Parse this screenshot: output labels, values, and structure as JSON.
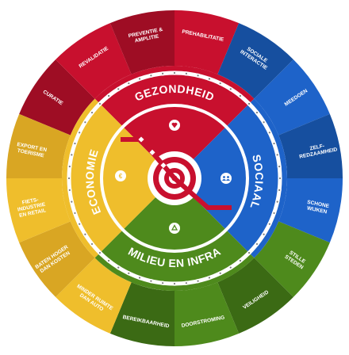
{
  "diagram": {
    "colors": {
      "red": "#c8102e",
      "red_dark": "#9e0d24",
      "blue": "#1e63c9",
      "blue_dark": "#164f9f",
      "green": "#4e8a1c",
      "green_dark": "#3b6a14",
      "yellow": "#efbe2c",
      "yellow_dark": "#d9a623",
      "white": "#ffffff"
    },
    "quadrants": [
      {
        "key": "gezondheid",
        "title": "GEZONDHEID",
        "icon": "heartbeat-icon",
        "color": "red"
      },
      {
        "key": "sociaal",
        "title": "SOCIAAL",
        "icon": "people-icon",
        "color": "blue"
      },
      {
        "key": "milieu",
        "title": "MILIEU EN INFRA",
        "icon": "recycle-icon",
        "color": "green"
      },
      {
        "key": "economie",
        "title": "ECONOMIE",
        "icon": "euro-icon",
        "color": "yellow"
      }
    ],
    "segments": [
      {
        "key": "curatie",
        "lines": [
          "CURATIE"
        ],
        "color": "red_dark"
      },
      {
        "key": "revalidatie",
        "lines": [
          "REVALIDATIE"
        ],
        "color": "red"
      },
      {
        "key": "preventie",
        "lines": [
          "PREVENTIE &",
          "AMPLITIE"
        ],
        "color": "red_dark"
      },
      {
        "key": "prehabilitatie",
        "lines": [
          "PREHABILITATIE"
        ],
        "color": "red"
      },
      {
        "key": "sociale",
        "lines": [
          "SOCIALE",
          "INTERACTIE"
        ],
        "color": "blue_dark"
      },
      {
        "key": "meedoen",
        "lines": [
          "MEEDOEN"
        ],
        "color": "blue"
      },
      {
        "key": "zelfredzaamheid",
        "lines": [
          "ZELF-",
          "REDZAAMHEID"
        ],
        "color": "blue_dark"
      },
      {
        "key": "schone",
        "lines": [
          "SCHONE",
          "WIJKEN"
        ],
        "color": "blue"
      },
      {
        "key": "stille",
        "lines": [
          "STILLE",
          "STEDEN"
        ],
        "color": "green"
      },
      {
        "key": "veiligheid",
        "lines": [
          "VEILIGHEID"
        ],
        "color": "green_dark"
      },
      {
        "key": "doorstroming",
        "lines": [
          "DOORSTROMING"
        ],
        "color": "green"
      },
      {
        "key": "bereikbaarheid",
        "lines": [
          "BEREIKBAARHEID"
        ],
        "color": "green_dark"
      },
      {
        "key": "minder_ruimte",
        "lines": [
          "MINDER RUIMTE",
          "DAN AUTO"
        ],
        "color": "yellow"
      },
      {
        "key": "baten",
        "lines": [
          "BATEN HOGER",
          "DAN KOSTEN"
        ],
        "color": "yellow_dark"
      },
      {
        "key": "fiets",
        "lines": [
          "FIETS-",
          "INDUSTRIE",
          "EN RETAIL"
        ],
        "color": "yellow"
      },
      {
        "key": "export",
        "lines": [
          "EXPORT EN",
          "TOERISME"
        ],
        "color": "yellow_dark"
      }
    ]
  }
}
